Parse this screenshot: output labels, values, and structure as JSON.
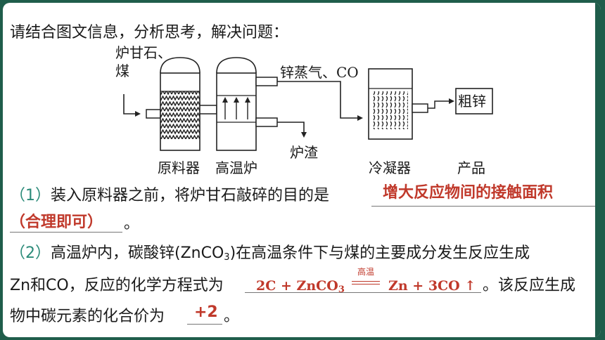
{
  "intro": "请结合图文信息，分析思考，解决问题：",
  "diagram": {
    "input_label_line1": "炉甘石、",
    "input_label_line2": "煤",
    "gas_label": "锌蒸气、CO",
    "slag_label": "炉渣",
    "product_box": "粗锌",
    "names": [
      "原料器",
      "高温炉",
      "冷凝器",
      "产品"
    ]
  },
  "q1": {
    "num": "（1）",
    "text": "装入原料器之前，将炉甘石敲碎的目的是",
    "answer_part1": "增大反应物间的接触面积",
    "answer_part2": "（合理即可）",
    "end": "。"
  },
  "q2": {
    "num": "（2）",
    "text_a": "高温炉内，碳酸锌(ZnCO",
    "sub3": "3",
    "text_b": ")在高温条件下与煤的主要成分发生反应生成",
    "text_c": "Zn和CO，反应的化学方程式为",
    "eq_left": "2C + ZnCO",
    "eq_sub": "3",
    "eq_cond": "高温",
    "eq_right": "Zn + 3CO ↑",
    "text_d": "。该反应生成",
    "text_e": "物中碳元素的化合价为",
    "valence": "+2",
    "end": "。"
  }
}
